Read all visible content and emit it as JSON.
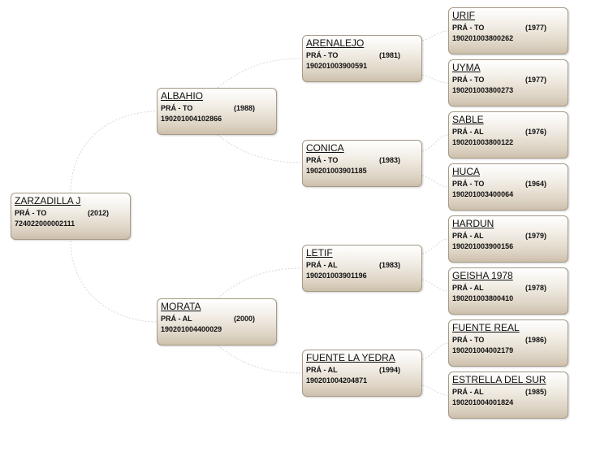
{
  "nodes": [
    {
      "name": "ZARZADILLA J",
      "breed": "PRÁ - TO",
      "year": "(2012)",
      "reg": "724022000002111"
    },
    {
      "name": "ALBAHIO",
      "breed": "PRÁ - TO",
      "year": "(1988)",
      "reg": "190201004102866"
    },
    {
      "name": "MORATA",
      "breed": "PRÁ - AL",
      "year": "(2000)",
      "reg": "190201004400029"
    },
    {
      "name": "ARENALEJO",
      "breed": "PRÁ - TO",
      "year": "(1981)",
      "reg": "190201003900591"
    },
    {
      "name": "CONICA",
      "breed": "PRÁ - TO",
      "year": "(1983)",
      "reg": "190201003901185"
    },
    {
      "name": "LETIF",
      "breed": "PRÁ - AL",
      "year": "(1983)",
      "reg": "190201003901196"
    },
    {
      "name": "FUENTE LA YEDRA",
      "breed": "PRÁ - AL",
      "year": "(1994)",
      "reg": "190201004204871"
    },
    {
      "name": "URIF",
      "breed": "PRÁ - TO",
      "year": "(1977)",
      "reg": "190201003800262"
    },
    {
      "name": "UYMA",
      "breed": "PRÁ - TO",
      "year": "(1977)",
      "reg": "190201003800273"
    },
    {
      "name": "SABLE",
      "breed": "PRÁ - AL",
      "year": "(1976)",
      "reg": "190201003800122"
    },
    {
      "name": "HUCA",
      "breed": "PRÁ - TO",
      "year": "(1964)",
      "reg": "190201003400064"
    },
    {
      "name": "HARDUN",
      "breed": "PRÁ - AL",
      "year": "(1979)",
      "reg": "190201003900156"
    },
    {
      "name": "GEISHA 1978",
      "breed": "PRÁ - AL",
      "year": "(1978)",
      "reg": "190201003800410"
    },
    {
      "name": "FUENTE REAL",
      "breed": "PRÁ - TO",
      "year": "(1986)",
      "reg": "190201004002179"
    },
    {
      "name": "ESTRELLA DEL SUR",
      "breed": "PRÁ - AL",
      "year": "(1985)",
      "reg": "190201004001824"
    }
  ]
}
